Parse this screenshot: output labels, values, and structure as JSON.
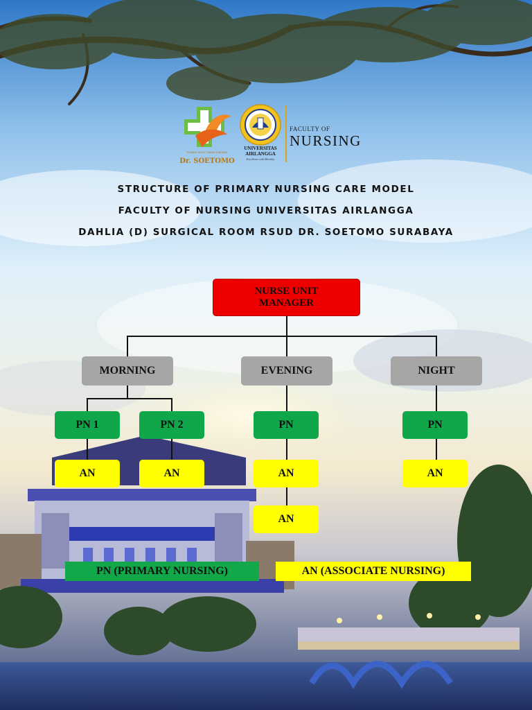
{
  "colors": {
    "manager": "#ee0000",
    "shift": "#a6a6a6",
    "primary_nurse": "#10a64a",
    "associate_nurse": "#ffff00",
    "connector": "#111111"
  },
  "logos": {
    "hospital_caption": "RUMAH SAKIT UMUM DAERAH",
    "hospital_name": "Dr. SOETOMO",
    "university_name_line1": "UNIVERSITAS",
    "university_name_line2": "AIRLANGGA",
    "university_motto": "Excellence with Morality",
    "faculty_of": "FACULTY OF",
    "faculty_name": "NURSING"
  },
  "titles": {
    "line1": "STRUCTURE OF PRIMARY NURSING CARE MODEL",
    "line2": "FACULTY OF NURSING UNIVERSITAS AIRLANGGA",
    "line3": "DAHLIA (D) SURGICAL ROOM RSUD DR. SOETOMO SURABAYA"
  },
  "org": {
    "manager_line1": "NURSE UNIT",
    "manager_line2": "MANAGER",
    "shifts": {
      "morning": "MORNING",
      "evening": "EVENING",
      "night": "NIGHT"
    },
    "morning": {
      "pn1": "PN 1",
      "pn2": "PN 2",
      "an1": "AN",
      "an2": "AN"
    },
    "evening": {
      "pn": "PN",
      "an1": "AN",
      "an2": "AN"
    },
    "night": {
      "pn": "PN",
      "an": "AN"
    }
  },
  "legend": {
    "pn": "PN (PRIMARY NURSING)",
    "an": "AN (ASSOCIATE NURSING)"
  }
}
